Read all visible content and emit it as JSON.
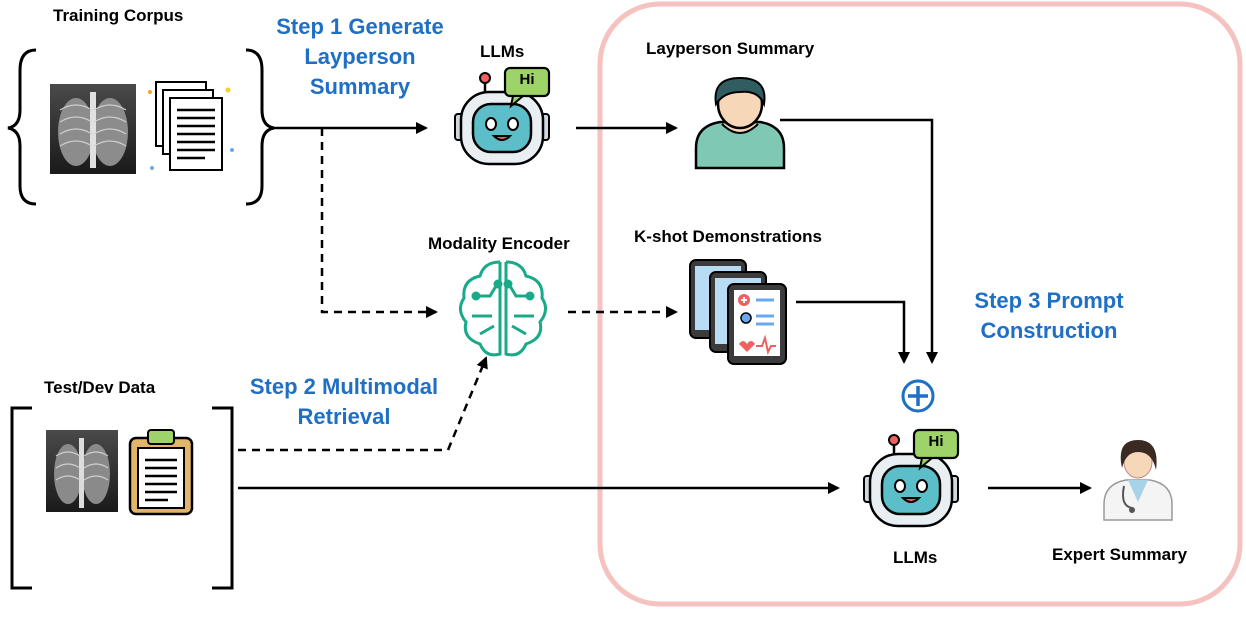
{
  "labels": {
    "training_corpus": "Training Corpus",
    "test_dev_data": "Test/Dev Data",
    "llms_top": "LLMs",
    "llms_bottom": "LLMs",
    "modality_encoder": "Modality Encoder",
    "layperson_summary": "Layperson Summary",
    "kshot": "K-shot Demonstrations",
    "expert_summary": "Expert Summary"
  },
  "steps": {
    "step1_line1": "Step 1 Generate",
    "step1_line2": "Layperson",
    "step1_line3": "Summary",
    "step2_line1": "Step 2 Multimodal",
    "step2_line2": "Retrieval",
    "step3_line1": "Step 3 Prompt",
    "step3_line2": "Construction"
  },
  "robot_bubble": "Hi",
  "colors": {
    "step_blue": "#1f6fc5",
    "region_border": "#f5c2c0",
    "robot_teal": "#5bbec8",
    "bubble_green": "#9ed36a",
    "encoder_green": "#1aaa8a"
  },
  "icons": [
    "xray-icon",
    "document-stack-icon",
    "clipboard-icon",
    "robot-icon",
    "person-icon",
    "tablet-cards-icon",
    "brain-chip-icon",
    "plus-circle-icon",
    "doctor-icon"
  ]
}
